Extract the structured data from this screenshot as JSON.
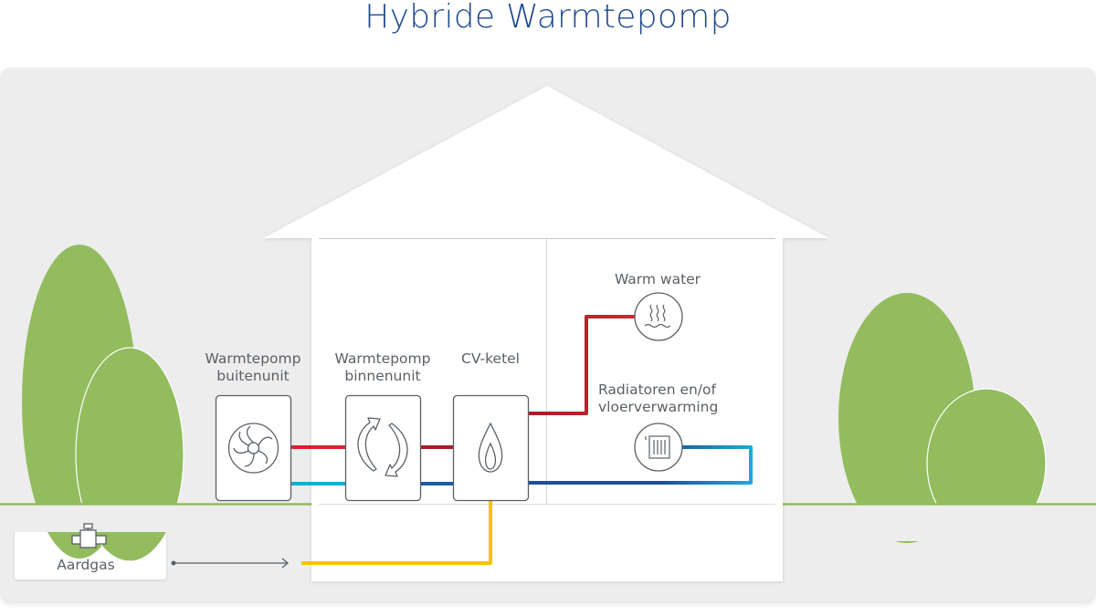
{
  "title": "Hybride Warmtepomp",
  "components": {
    "outdoor_unit": {
      "line1": "Warmtepomp",
      "line2": "buitenunit",
      "icon": "fan-icon"
    },
    "indoor_unit": {
      "line1": "Warmtepomp",
      "line2": "binnenunit",
      "icon": "recycle-arrows-icon"
    },
    "boiler": {
      "label": "CV-ketel",
      "icon": "flame-icon"
    },
    "warm_water": {
      "label": "Warm water",
      "icon": "steam-water-icon"
    },
    "radiators": {
      "line1": "Radiatoren en/of",
      "line2": "vloerverwarming",
      "icon": "radiator-icon"
    },
    "gas": {
      "label": "Aardgas",
      "icon": "gas-valve-icon"
    }
  },
  "colors": {
    "title": "#1e4a8f",
    "hot_pipe": "#c2202e",
    "cold_pipe_light": "#1ea8d8",
    "cold_pipe_dark": "#1d4f9a",
    "gas_pipe": "#f5c400",
    "tree": "#92bc5e",
    "background": "#ededed"
  }
}
